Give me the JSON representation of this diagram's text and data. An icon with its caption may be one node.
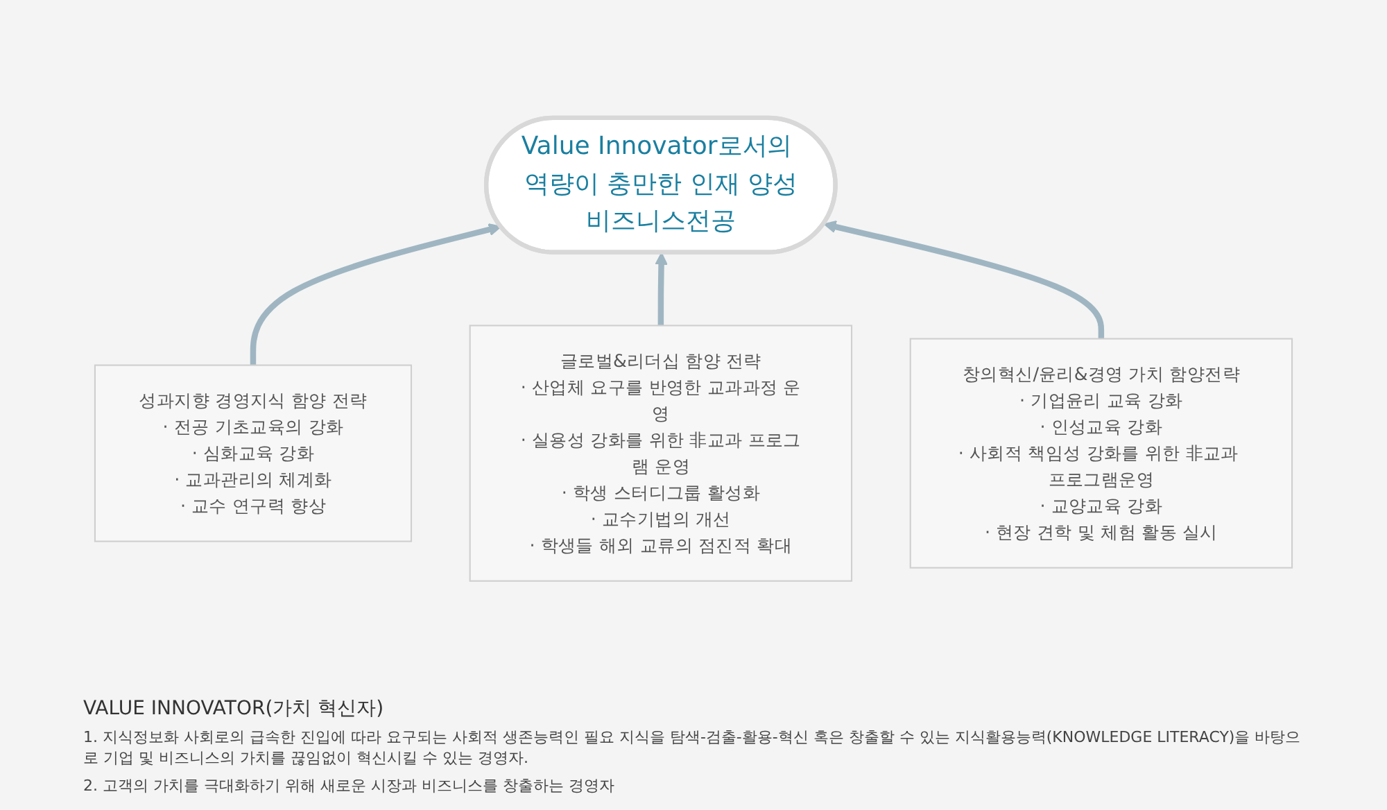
{
  "diagram": {
    "nodes": [
      {
        "text": [
          "Value Innovator로서의 역량이 충만한 인재 양성",
          "비즈니스전공"
        ]
      },
      {
        "text": [
          "성과지향 경영지식 함양 전략",
          "· 전공 기초교육의 강화",
          "· 심화교육 강화",
          "· 교과관리의 체계화",
          "· 교수 연구력 향상"
        ]
      },
      {
        "text": [
          "글로벌&리더십 함양 전략",
          "· 산업체 요구를 반영한 교과과정 운영",
          "· 실용성 강화를 위한 非교과 프로그램 운영",
          "· 학생 스터디그룹 활성화",
          "· 교수기법의 개선",
          "· 학생들 해외 교류의 점진적 확대"
        ]
      },
      {
        "text": [
          "창의혁신/윤리&경영 가치 함양전략",
          "· 기업윤리 교육 강화",
          "· 인성교육 강화",
          "· 사회적 책임성 강화를 위한 非교과 프로그램운영",
          "· 교양교육 강화",
          "· 현장 견학 및 체험 활동 실시"
        ]
      }
    ],
    "edges": [
      {
        "from": 1,
        "to": 0,
        "arrow": "to"
      },
      {
        "from": 2,
        "to": 0,
        "arrow": "to"
      },
      {
        "from": 3,
        "to": 0,
        "arrow": "to"
      }
    ],
    "labels": [
      "VALUE INNOVATOR(가치 혁신자)",
      "1. 지식정보화 사회로의 급속한 진입에 따라 요구되는 사회적 생존능력인 필요 지식을 탐색-검출-활용-혁신 혹은 창출할 수 있는 지식활용능력(KNOWLEDGE LITERACY)을 바탕으로 기업 및 비즈니스의 가치를 끊임없이 혁신시킬 수 있는 경영자.",
      "2. 고객의 가치를 극대화하기 위해 새로운 시장과 비즈니스를 창출하는 경영자"
    ]
  }
}
